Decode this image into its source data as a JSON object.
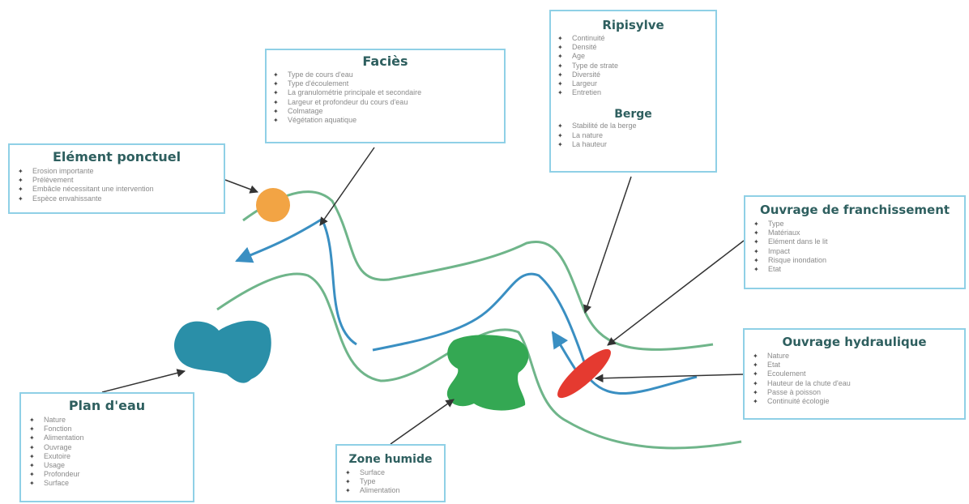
{
  "diagram": {
    "colors": {
      "box_border": "#8fd0e6",
      "title_text": "#2e5f5f",
      "bank_line": "#6fb58a",
      "water_line": "#3a8fc2",
      "point_element": "#f2a444",
      "pond": "#2a8fa8",
      "wetland": "#34a853",
      "crossing_structure": "#e53a30",
      "arrow": "#333333"
    },
    "boxes": {
      "facies": {
        "title": "Faciès",
        "items": [
          "Type de cours d'eau",
          "Type d'écoulement",
          "La granulométrie principale et secondaire",
          "Largeur et profondeur du cours d'eau",
          "Colmatage",
          "Végétation aquatique"
        ]
      },
      "ripisylve": {
        "title": "Ripisylve",
        "items": [
          "Continuité",
          "Densité",
          "Age",
          "Type de strate",
          "Diversité",
          "Largeur",
          "Entretien"
        ],
        "berge_title": "Berge",
        "berge_items": [
          "Stabilité de la berge",
          "La nature",
          "La hauteur"
        ]
      },
      "element_ponctuel": {
        "title": "Elément ponctuel",
        "items": [
          "Erosion importante",
          "Prélèvement",
          "Embâcle nécessitant une intervention",
          "Espèce envahissante"
        ]
      },
      "ouvrage_franchissement": {
        "title": "Ouvrage de franchissement",
        "items": [
          "Type",
          "Matériaux",
          "Elément dans le lit",
          "Impact",
          "Risque inondation",
          "Etat"
        ]
      },
      "ouvrage_hydraulique": {
        "title": "Ouvrage hydraulique",
        "items": [
          "Nature",
          "Etat",
          "Ecoulement",
          "Hauteur de la chute d'eau",
          "Passe à poisson",
          "Continuité écologie"
        ]
      },
      "plan_eau": {
        "title": "Plan d'eau",
        "items": [
          "Nature",
          "Fonction",
          "Alimentation",
          "Ouvrage",
          "Exutoire",
          "Usage",
          "Profondeur",
          "Surface"
        ]
      },
      "zone_humide": {
        "title": "Zone humide",
        "items": [
          "Surface",
          "Type",
          "Alimentation"
        ]
      }
    }
  }
}
